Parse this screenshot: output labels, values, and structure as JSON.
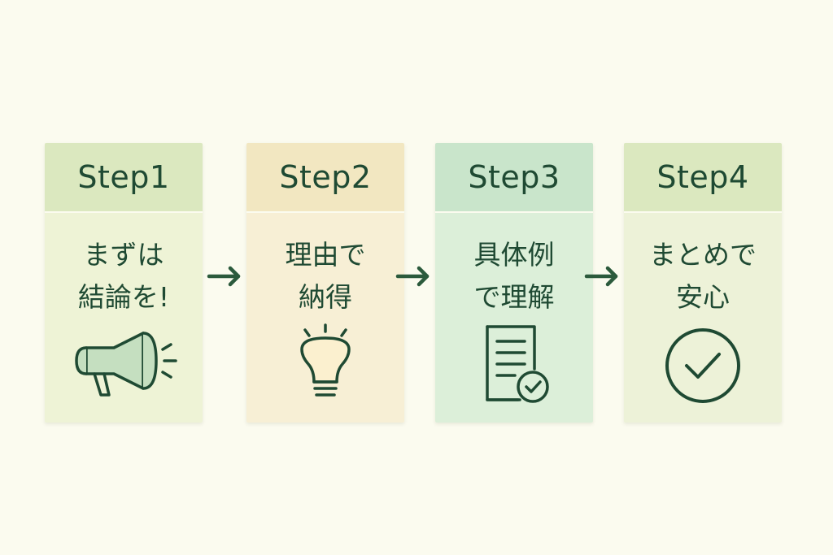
{
  "colors": {
    "background": "#fbfbef",
    "ink": "#1f4a33"
  },
  "steps": [
    {
      "title": "Step1",
      "message": "まずは\n結論を!",
      "icon": "megaphone-icon",
      "head_color": "#dbe8bf",
      "body_color": "#eef3d6"
    },
    {
      "title": "Step2",
      "message": "理由で\n納得",
      "icon": "lightbulb-icon",
      "head_color": "#f2e7c1",
      "body_color": "#f7efd5"
    },
    {
      "title": "Step3",
      "message": "具体例\nで理解",
      "icon": "checked-document-icon",
      "head_color": "#c9e5cb",
      "body_color": "#dcefd9"
    },
    {
      "title": "Step4",
      "message": "まとめで\n安心",
      "icon": "check-circle-icon",
      "head_color": "#dbe8bf",
      "body_color": "#edf2d8"
    }
  ]
}
